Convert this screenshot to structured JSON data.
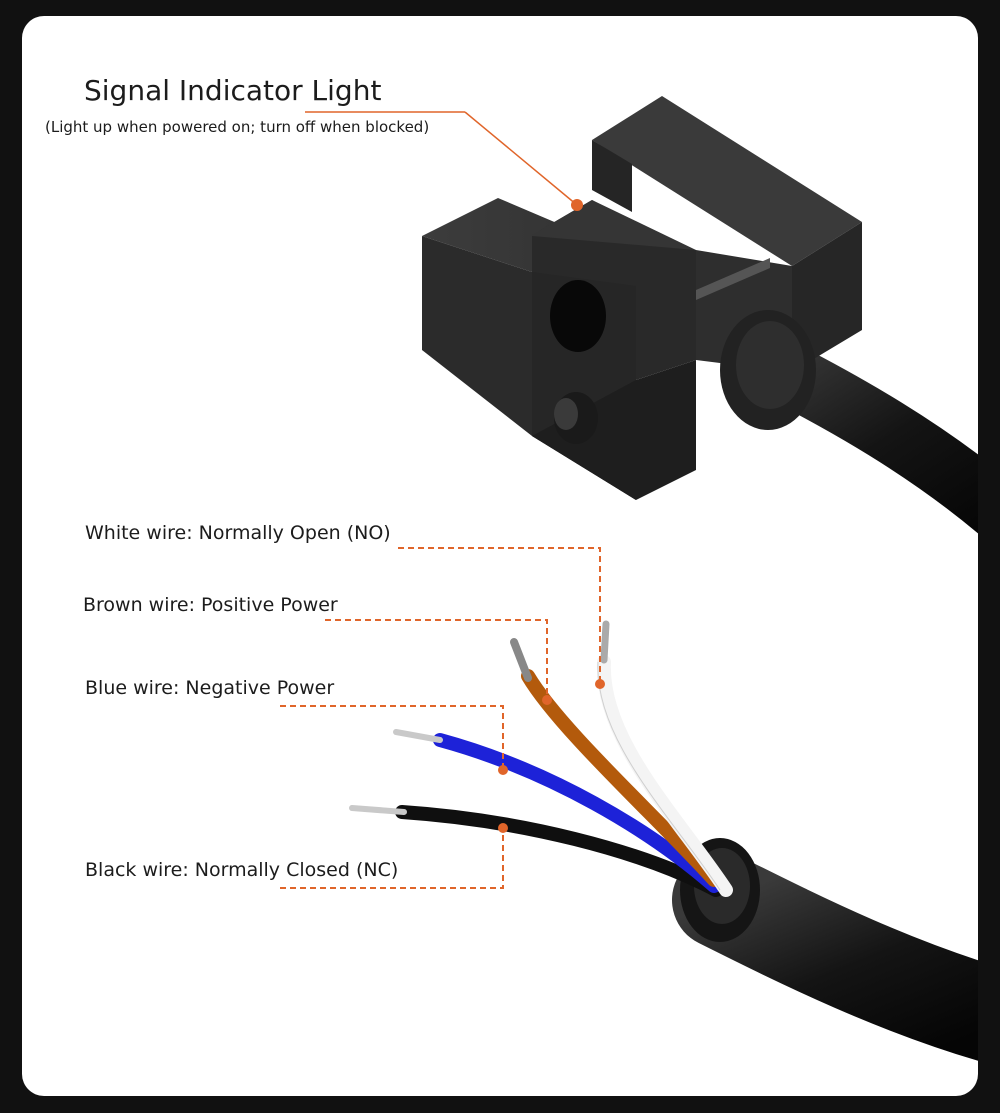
{
  "signal_indicator": {
    "title": "Signal Indicator Light",
    "subtitle": "(Light up when powered on; turn off when blocked)"
  },
  "wires": {
    "white": "White wire: Normally Open (NO)",
    "brown": "Brown wire: Positive Power",
    "blue": "Blue wire: Negative Power",
    "black": "Black wire: Normally Closed (NC)"
  },
  "colors": {
    "callout": "#e0652a",
    "wire_white": "#f4f4f4",
    "wire_brown": "#b35a0c",
    "wire_blue": "#1d22d8",
    "wire_black": "#111111",
    "sensor_body": "#2c2c2c"
  }
}
